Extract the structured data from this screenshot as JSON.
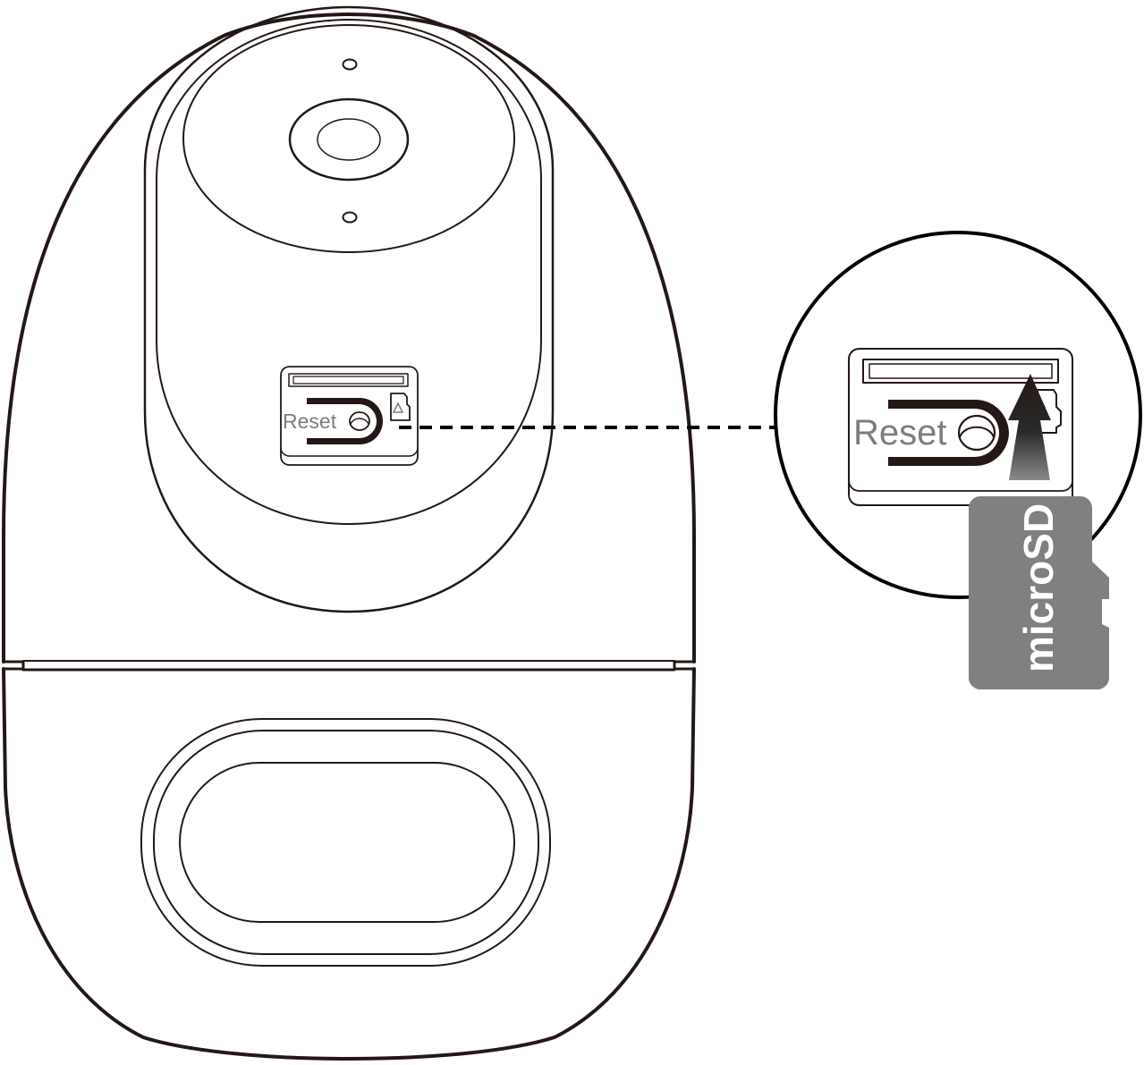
{
  "diagram": {
    "subject": "Pan-tilt security camera, front view",
    "callout": "microSD card slot and reset button (magnified)",
    "camera_reset_label": "Reset",
    "zoom_reset_label": "Reset",
    "microsd_label": "microSD",
    "insert_direction": "up",
    "icons": {
      "sd_card_icon": "sd-card-icon",
      "arrow": "arrow-up-icon",
      "reset_button": "reset-button-icon"
    },
    "colors": {
      "line": "#231815",
      "label_gray": "#7d7d7d",
      "sd_card_fill": "#808080",
      "sd_text": "#ffffff",
      "background": "#ffffff"
    }
  }
}
